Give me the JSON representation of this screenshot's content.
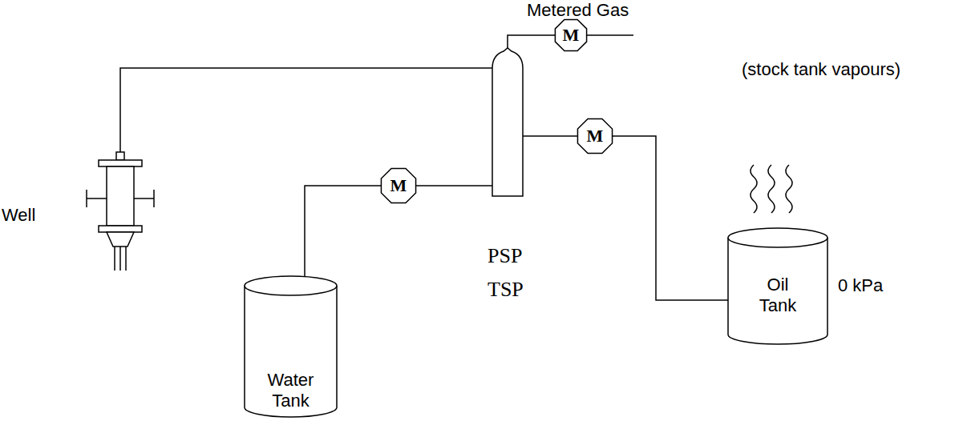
{
  "diagram": {
    "nodes": [
      {
        "text": [
          "Well"
        ]
      },
      {
        "text": [
          "PSP",
          "TSP"
        ]
      },
      {
        "text": [
          "M"
        ]
      },
      {
        "text": [
          "M"
        ]
      },
      {
        "text": [
          "M"
        ]
      },
      {
        "text": [
          "Water Tank"
        ]
      },
      {
        "text": [
          "Oil Tank"
        ]
      }
    ],
    "edges": [
      {
        "from": 0,
        "to": 1,
        "arrow": "none"
      },
      {
        "from": 1,
        "to": 2,
        "arrow": "none"
      },
      {
        "from": 1,
        "to": 3,
        "arrow": "none"
      },
      {
        "from": 1,
        "to": 4,
        "arrow": "none"
      },
      {
        "from": 3,
        "to": 5,
        "arrow": "none"
      },
      {
        "from": 4,
        "to": 6,
        "arrow": "none"
      }
    ],
    "labels": [
      "Metered Gas",
      "(stock tank vapours)",
      "0 kPa"
    ]
  }
}
